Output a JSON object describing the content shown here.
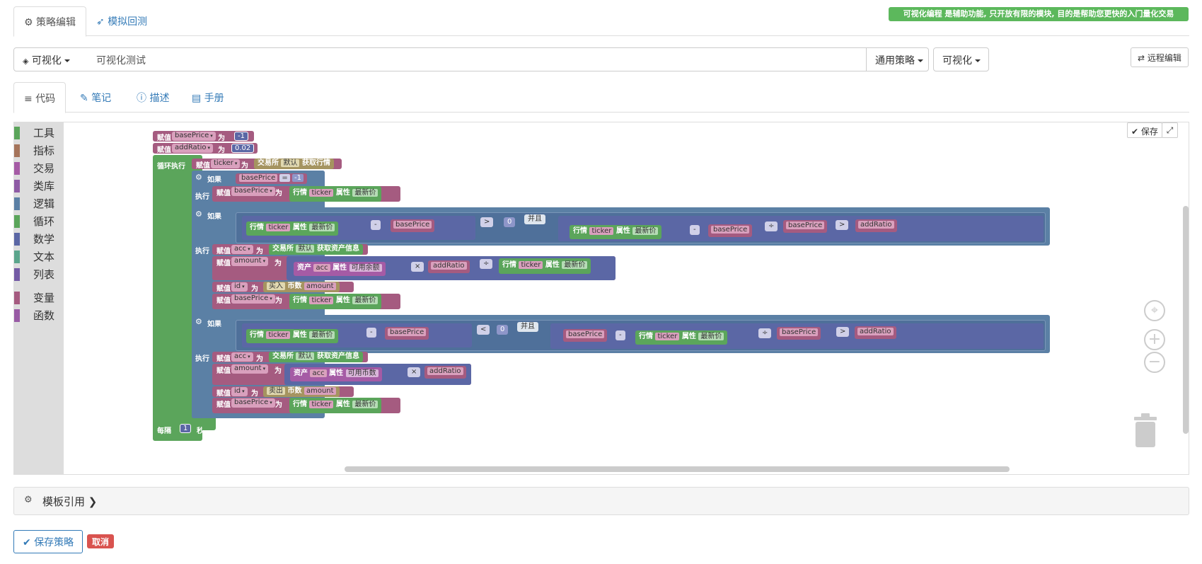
{
  "top_tabs": [
    {
      "label": "策略编辑",
      "icon": "cubes-icon",
      "active": true
    },
    {
      "label": "模拟回测",
      "icon": "rocket-icon",
      "active": false
    }
  ],
  "notice": "可视化编程 是辅助功能, 只开放有限的模块, 目的是帮助您更快的入门量化交易",
  "toolbar": {
    "lang_select": "可视化",
    "strategy_name": "可视化测试",
    "category_select": "通用策略",
    "type_select": "可视化",
    "remote_edit": "远程编辑"
  },
  "sub_tabs": [
    {
      "label": "代码",
      "icon": "list-icon",
      "active": true
    },
    {
      "label": "笔记",
      "icon": "edit-icon",
      "active": false
    },
    {
      "label": "描述",
      "icon": "info-icon",
      "active": false
    },
    {
      "label": "手册",
      "icon": "book-icon",
      "active": false
    }
  ],
  "toolbox": [
    {
      "label": "工具",
      "color": "#5ba55b"
    },
    {
      "label": "指标",
      "color": "#a5745b"
    },
    {
      "label": "交易",
      "color": "#a55ba5"
    },
    {
      "label": "类库",
      "color": "#8e5ba5"
    },
    {
      "label": "逻辑",
      "color": "#5b80a5"
    },
    {
      "label": "循环",
      "color": "#5ba55b"
    },
    {
      "label": "数学",
      "color": "#5b67a5"
    },
    {
      "label": "文本",
      "color": "#5ba58c"
    },
    {
      "label": "列表",
      "color": "#745ba5"
    },
    {
      "label": "变量",
      "color": "#a55b80"
    },
    {
      "label": "函数",
      "color": "#995ba5"
    }
  ],
  "workspace": {
    "save_label": "保存",
    "blocks": {
      "assign": "赋值",
      "to": "为",
      "loop": "循环执行",
      "if": "如果",
      "do": "执行",
      "every": "每隔",
      "seconds": "秒",
      "interval": "1",
      "exchange": "交易所",
      "default": "默认",
      "get_ticker": "获取行情",
      "get_account": "获取资产信息",
      "market": "行情",
      "attr": "属性",
      "last_price": "最新价",
      "asset": "资产",
      "balance": "可用余额",
      "stocks": "可用币数",
      "buy": "买入",
      "sell": "卖出",
      "coin": "币数",
      "and": "并且",
      "var_baseprice": "basePrice",
      "var_addratio": "addRatio",
      "var_ticker": "ticker",
      "var_acc": "acc",
      "var_amount": "amount",
      "var_id": "id",
      "num_neg1": "-1",
      "num_ratio": "0.02",
      "num_zero": "0",
      "op_eq": "=",
      "op_minus": "-",
      "op_gt": ">",
      "op_lt": "<",
      "op_div": "÷",
      "op_mul": "×"
    }
  },
  "template_panel": "模板引用",
  "footer": {
    "save_strategy": "保存策略",
    "cancel": "取消"
  }
}
